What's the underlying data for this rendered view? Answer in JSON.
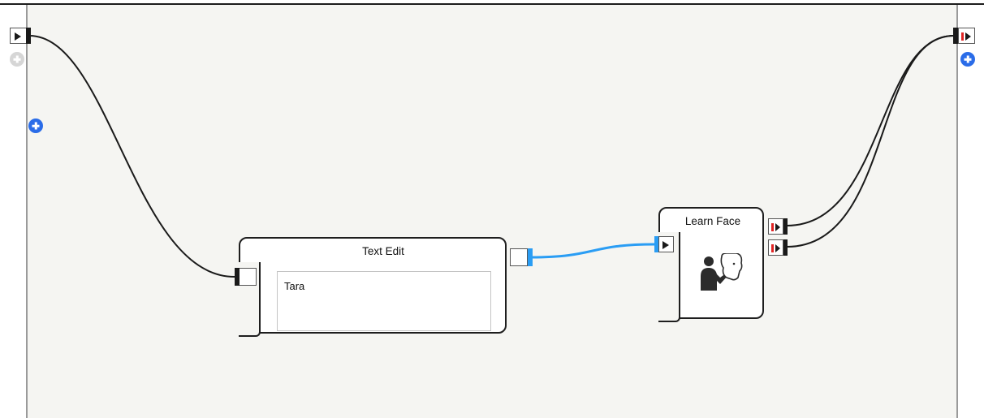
{
  "nodes": {
    "text_edit": {
      "title": "Text Edit",
      "value": "Tara"
    },
    "learn_face": {
      "title": "Learn Face",
      "icon": "learn-face-icon"
    }
  },
  "colors": {
    "canvas": "#f5f5f2",
    "wire": "#1a1a1a",
    "active_wire": "#2a9df4",
    "add_button": "#2a6ce8",
    "error_marker": "#e02424"
  }
}
